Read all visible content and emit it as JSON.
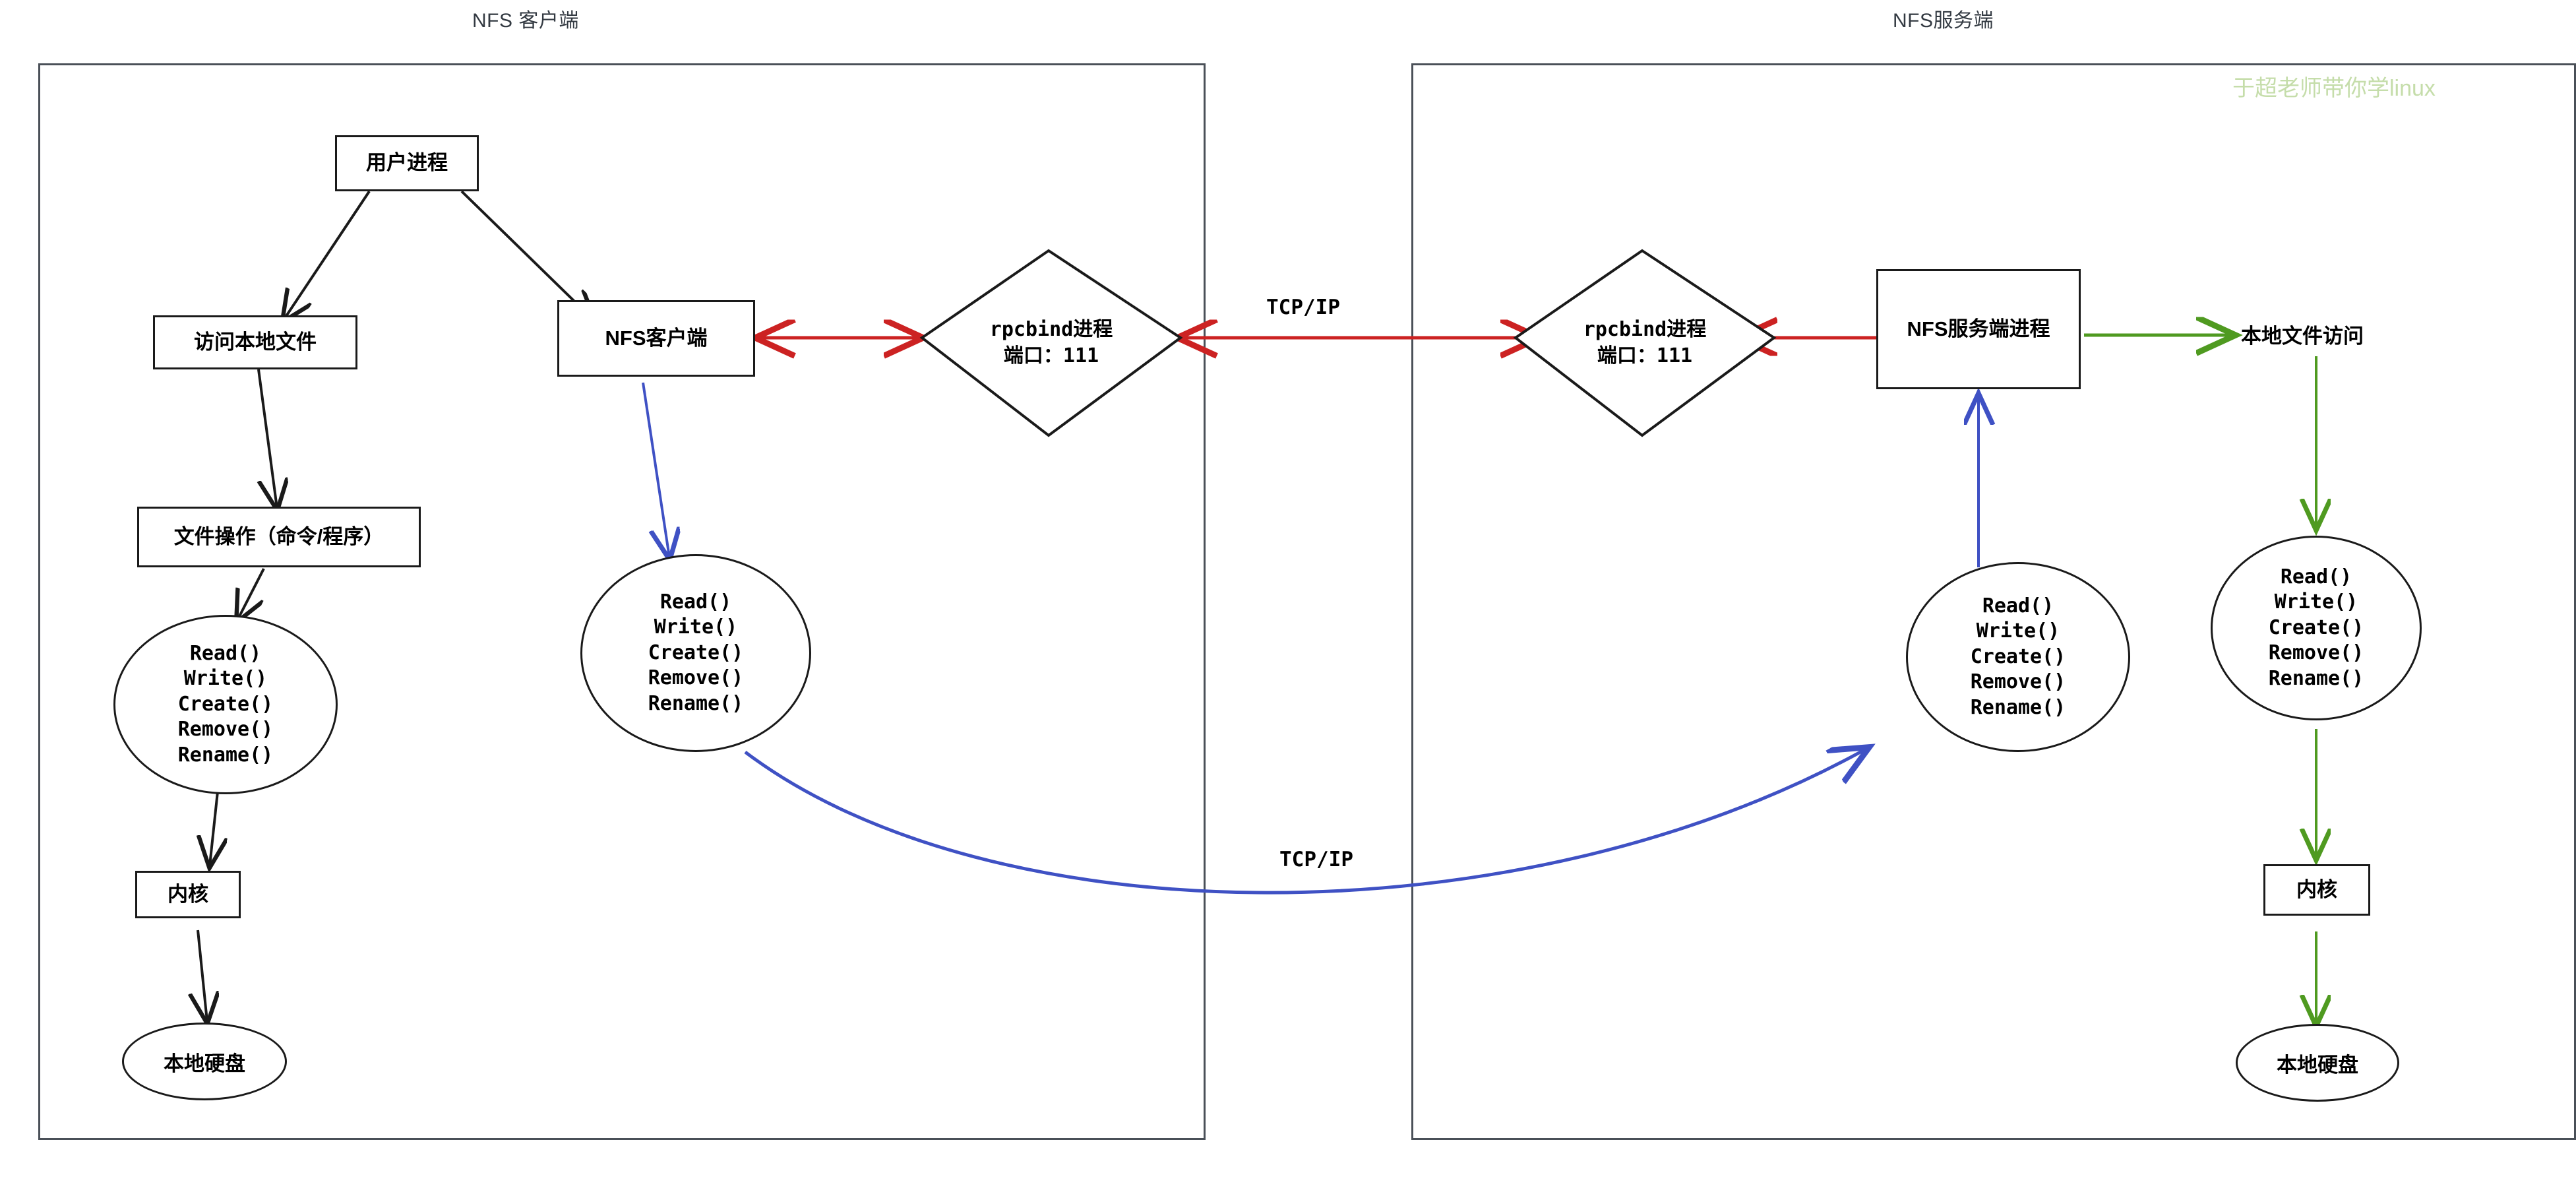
{
  "diagram": {
    "watermark": "于超老师带你学linux",
    "colors": {
      "rpc_arrow": "#cc2222",
      "nfs_data_arrow": "#3f51c4",
      "local_access_arrow": "#4f9a20",
      "container_border": "#4a5058",
      "node_border": "#1a1a1a",
      "watermark": "#c5ddaa"
    },
    "panels": [
      {
        "id": "client",
        "title": "NFS 客户端"
      },
      {
        "id": "server",
        "title": "NFS服务端"
      }
    ],
    "nodes": {
      "user_process": "用户进程",
      "access_local_file": "访问本地文件",
      "file_ops": "文件操作（命令/程序）",
      "client_syscalls": "Read()\nWrite()\nCreate()\nRemove()\nRename()",
      "client_kernel": "内核",
      "client_disk": "本地硬盘",
      "nfs_client": "NFS客户端",
      "nfs_client_calls": "Read()\nWrite()\nCreate()\nRemove()\nRename()",
      "rpcbind_client_line1": "rpcbind进程",
      "rpcbind_client_line2": "端口：111",
      "rpcbind_server_line1": "rpcbind进程",
      "rpcbind_server_line2": "端口：111",
      "nfs_server_process": "NFS服务端进程",
      "server_nfs_calls": "Read()\nWrite()\nCreate()\nRemove()\nRename()",
      "local_file_access": "本地文件访问",
      "server_local_calls": "Read()\nWrite()\nCreate()\nRemove()\nRename()",
      "server_kernel": "内核",
      "server_disk": "本地硬盘"
    },
    "edge_labels": {
      "rpc_tcpip": "TCP/IP",
      "nfs_tcpip": "TCP/IP"
    }
  }
}
